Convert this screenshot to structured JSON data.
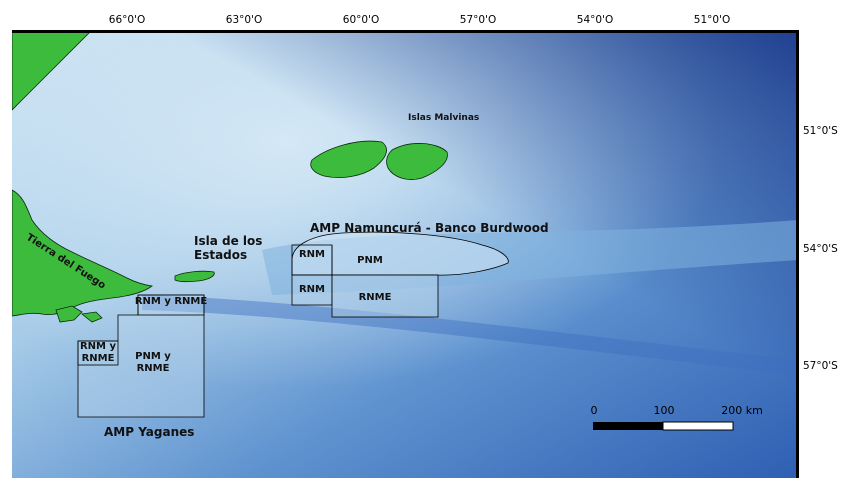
{
  "graticule": {
    "longitudes": [
      "66°0'O",
      "63°0'O",
      "60°0'O",
      "57°0'O",
      "54°0'O",
      "51°0'O"
    ],
    "latitudes": [
      "51°0'S",
      "54°0'S",
      "57°0'S"
    ]
  },
  "places": {
    "islas_malvinas": "Islas Malvinas",
    "tierra_del_fuego": "Tierra del Fuego",
    "isla_de_los_estados": "Isla de los\nEstados"
  },
  "protected_areas": {
    "namuncura": {
      "title": "AMP Namuncurá - Banco Burdwood",
      "zones": [
        "RNM",
        "PNM",
        "RNM",
        "RNME"
      ]
    },
    "yaganes": {
      "title": "AMP Yaganes",
      "zones": [
        "RNM y RNME",
        "RNM y\nRNME",
        "PNM y\nRNME"
      ]
    }
  },
  "scale_bar": {
    "labels": [
      "0",
      "100",
      "200 km"
    ]
  },
  "colors": {
    "land": "#3dbb3d",
    "deep_ocean": "#2f5fb3",
    "shallow_ocean": "#c2ddf0"
  }
}
